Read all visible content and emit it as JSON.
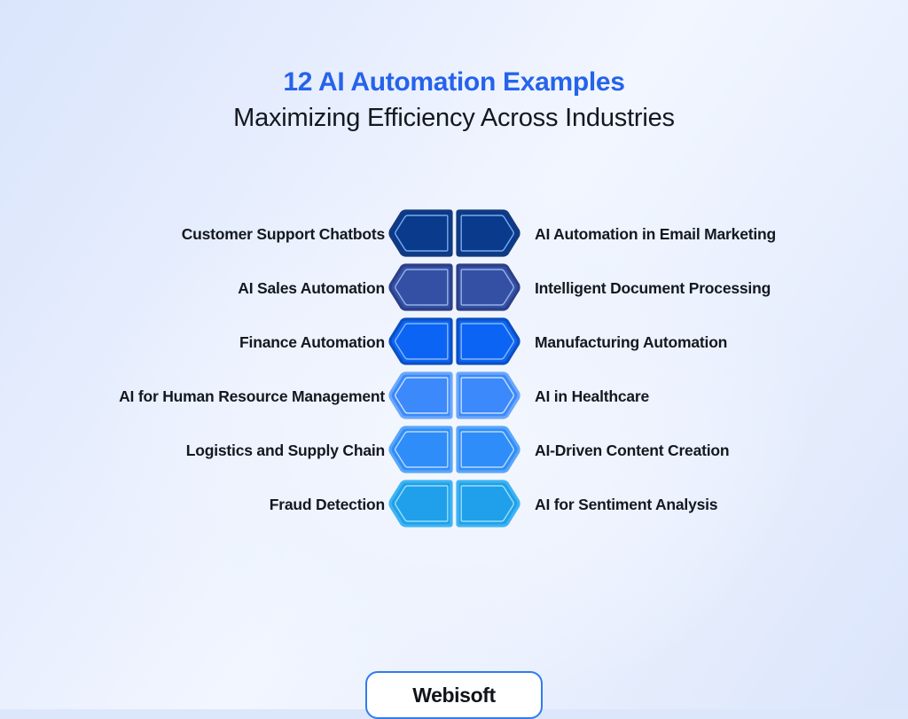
{
  "page": {
    "title_highlight": "12 AI Automation Examples",
    "title_sub": "Maximizing Efficiency Across Industries",
    "accent_color": "#2563eb",
    "text_color": "#14181f",
    "background_top_left": "#dae5fc",
    "background_center": "#f4f7ff"
  },
  "diagram": {
    "type": "two-column-hexagon-list",
    "rows": [
      {
        "left_label": "Customer Support Chatbots",
        "right_label": "AI Automation in Email Marketing",
        "fill": "#0a3a8c",
        "stroke": "#123a7e",
        "inner_stroke": "#7fb0ee"
      },
      {
        "left_label": "AI Sales Automation",
        "right_label": "Intelligent Document Processing",
        "fill": "#3450a5",
        "stroke": "#2c3f86",
        "inner_stroke": "#9db6e8"
      },
      {
        "left_label": "Finance Automation",
        "right_label": "Manufacturing Automation",
        "fill": "#0b64f4",
        "stroke": "#0c4fc0",
        "inner_stroke": "#8dbbfb"
      },
      {
        "left_label": "AI for Human Resource Management",
        "right_label": "AI in Healthcare",
        "fill": "#3b89fb",
        "stroke": "#6ba7fb",
        "inner_stroke": "#cfe2fe"
      },
      {
        "left_label": "Logistics and Supply Chain",
        "right_label": "AI-Driven Content Creation",
        "fill": "#2f8df9",
        "stroke": "#5aa6f7",
        "inner_stroke": "#bcdcfd"
      },
      {
        "left_label": "Fraud Detection",
        "right_label": "AI for Sentiment Analysis",
        "fill": "#20a0ea",
        "stroke": "#3eb4f2",
        "inner_stroke": "#9fe0fb"
      }
    ]
  },
  "footer": {
    "logo_text": "Webisoft",
    "logo_border_color": "#2f7cf0"
  }
}
